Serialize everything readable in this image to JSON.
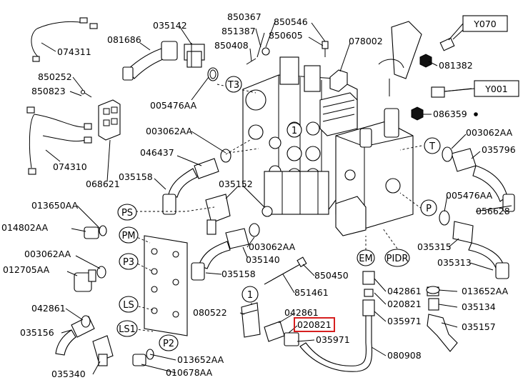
{
  "labels": {
    "l074311": "074311",
    "l081686": "081686",
    "l035142": "035142",
    "l850367": "850367",
    "l851387": "851387",
    "l850408": "850408",
    "l850546": "850546",
    "l850605": "850605",
    "l078002": "078002",
    "lY070": "Y070",
    "l081382": "081382",
    "lY001": "Y001",
    "l086359": "086359",
    "l850252": "850252",
    "l850823": "850823",
    "l005476a": "005476AA",
    "l074310": "074310",
    "l068621": "068621",
    "l003062a": "003062AA",
    "l046437": "046437",
    "l035158a": "035158",
    "l035152": "035152",
    "l003062b": "003062AA",
    "l035796": "035796",
    "l005476b": "005476AA",
    "l056628": "056628",
    "l013650": "013650AA",
    "l014802": "014802AA",
    "l003062c": "003062AA",
    "l035140": "035140",
    "l003062d": "003062AA",
    "l012705": "012705AA",
    "l035158b": "035158",
    "l850450": "850450",
    "l851461": "851461",
    "l035315": "035315",
    "l035313": "035313",
    "l042861a": "042861",
    "l080522": "080522",
    "l042861b": "042861",
    "l020821a": "020821",
    "l020821b": "020821",
    "l035971a": "035971",
    "l035971b": "035971",
    "l042861c": "042861",
    "l013652a": "013652AA",
    "l035134": "035134",
    "l035157": "035157",
    "l035156": "035156",
    "l035340": "035340",
    "l013652b": "013652AA",
    "l010678": "010678AA",
    "l080908": "080908"
  },
  "ports": {
    "T3": "T3",
    "T": "T",
    "P": "P",
    "PS": "PS",
    "PM": "PM",
    "P3": "P3",
    "LS": "LS",
    "LS1": "LS1",
    "P2": "P2",
    "EM": "EM",
    "PIDR": "PIDR",
    "one_a": "1",
    "one_b": "1"
  },
  "highlight": {
    "label": "020821",
    "color": "#d61f1f"
  }
}
